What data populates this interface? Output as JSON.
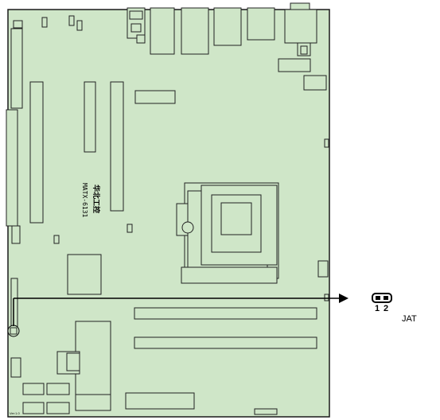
{
  "board": {
    "brand_mark": "华北工控",
    "model": "MATX-6131",
    "version": "Ver:1.0",
    "background_color": "#cfe6c8",
    "outline_color": "#1a1a1a"
  },
  "callout": {
    "jumper_name": "JAT",
    "pin_labels": [
      "1",
      "2"
    ],
    "arrow_color": "#000000"
  }
}
